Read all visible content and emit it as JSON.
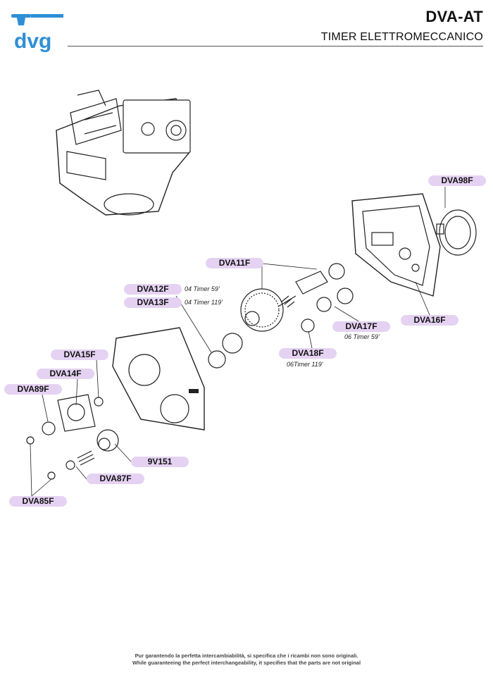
{
  "header": {
    "logo_text": "dvg",
    "title": "DVA-AT",
    "subtitle": "TIMER ELETTROMECCANICO"
  },
  "parts": [
    {
      "code": "DVA98F"
    },
    {
      "code": "DVA11F"
    },
    {
      "code": "DVA12F",
      "note": "04 Timer 59'"
    },
    {
      "code": "DVA13F",
      "note": "04 Timer 119'"
    },
    {
      "code": "DVA16F"
    },
    {
      "code": "DVA17F",
      "note": "06 Timer 59'"
    },
    {
      "code": "DVA18F",
      "note": "06Timer 119'"
    },
    {
      "code": "DVA15F"
    },
    {
      "code": "DVA14F"
    },
    {
      "code": "DVA89F"
    },
    {
      "code": "9V151"
    },
    {
      "code": "DVA87F"
    },
    {
      "code": "DVA85F"
    }
  ],
  "colors": {
    "logo_blue": "#2f8fd6",
    "tag_fill": "#e5d2f2"
  },
  "footer": {
    "line1": "Pur garantendo la perfetta intercambiabilità, si specifica che i ricambi non sono originali.",
    "line2": "While guaranteeing the perfect interchangeability, it specifies that the parts are not original"
  }
}
